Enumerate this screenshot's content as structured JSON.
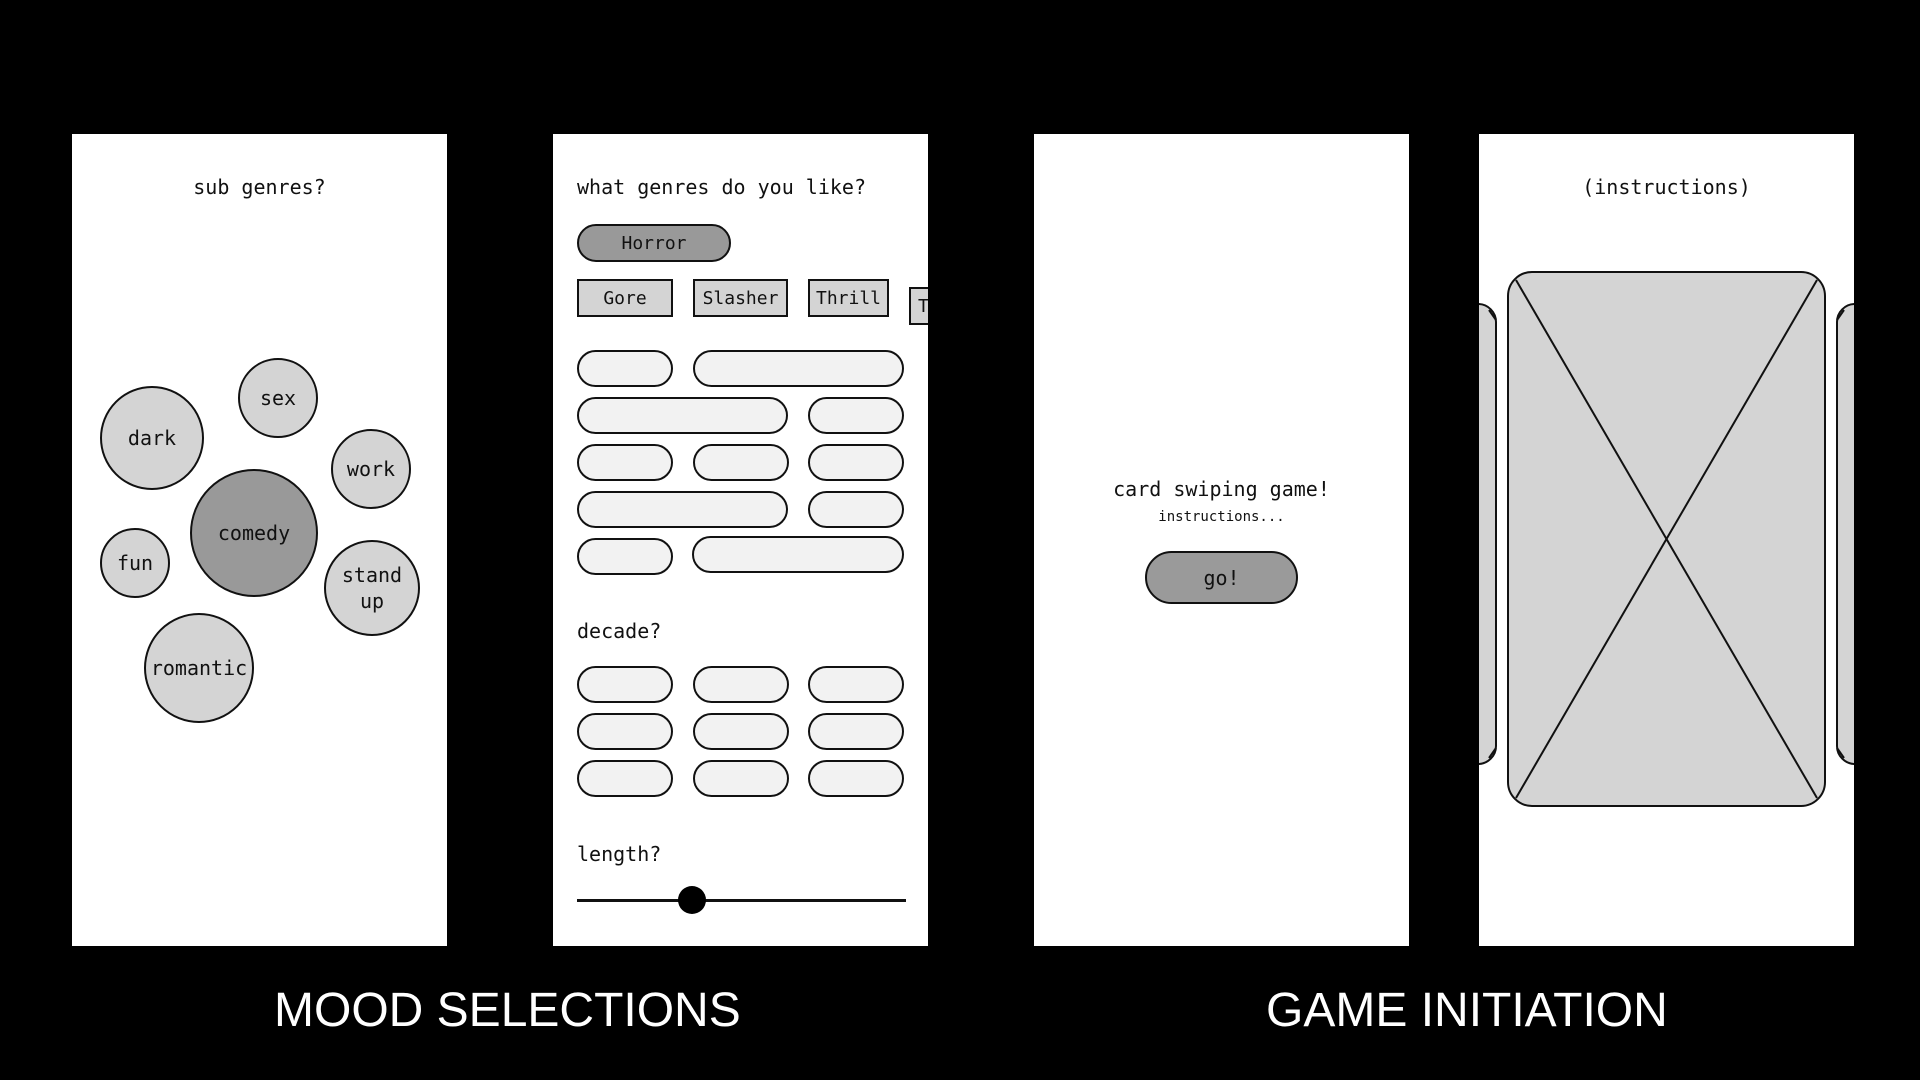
{
  "mood_selections": {
    "caption": "MOOD SELECTIONS",
    "subgenres_screen": {
      "title": "sub genres?",
      "bubbles": [
        {
          "label": "dark",
          "selected": false
        },
        {
          "label": "sex",
          "selected": false
        },
        {
          "label": "work",
          "selected": false
        },
        {
          "label": "comedy",
          "selected": true
        },
        {
          "label": "fun",
          "selected": false
        },
        {
          "label": "stand\nup",
          "selected": false
        },
        {
          "label": "romantic",
          "selected": false
        }
      ]
    },
    "genres_screen": {
      "title": "what genres do you like?",
      "selected_genre": "Horror",
      "subgenre_tags": [
        "Gore",
        "Slasher",
        "Thrill",
        "T"
      ],
      "decade_label": "decade?",
      "length_label": "length?",
      "length_value": 0.35
    }
  },
  "game_initiation": {
    "caption": "GAME INITIATION",
    "intro_screen": {
      "title": "card swiping game!",
      "subtitle": "instructions...",
      "go_label": "go!"
    },
    "swipe_screen": {
      "title": "(instructions)",
      "icons": [
        "thumbs-down-icon",
        "info-icon",
        "thumbs-up-icon"
      ]
    }
  },
  "colors": {
    "background": "#000000",
    "screen": "#ffffff",
    "bubble": "#d4d4d4",
    "selected": "#999999",
    "placeholder_fill": "#f2f2f2"
  }
}
